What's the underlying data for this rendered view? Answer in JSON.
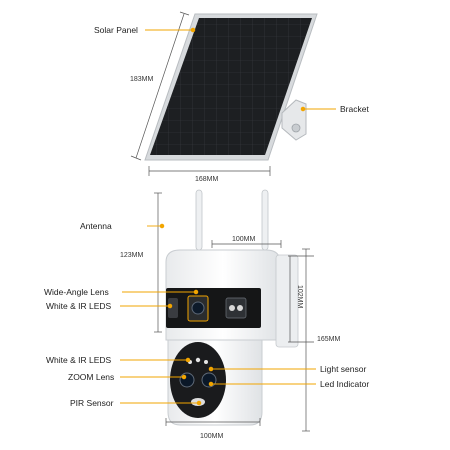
{
  "labels": {
    "solar_panel": "Solar Panel",
    "bracket": "Bracket",
    "antenna": "Antenna",
    "wide_angle_lens": "Wide-Angle Lens",
    "white_ir_leds_top": "White & IR LEDS",
    "white_ir_leds_bottom": "White & IR LEDS",
    "zoom_lens": "ZOOM Lens",
    "pir_sensor": "PIR Sensor",
    "light_sensor": "Light sensor",
    "led_indicator": "Led Indicator"
  },
  "dimensions": {
    "panel_height": "183MM",
    "panel_width": "168MM",
    "antenna_height": "123MM",
    "camera_top_width": "100MM",
    "camera_side_height": "102MM",
    "camera_total_height": "165MM",
    "camera_bottom_width": "100MM"
  },
  "colors": {
    "accent": "#f2a500",
    "panel": "#1f1f1f",
    "frame": "#cfd3d6",
    "body": "#f4f5f6"
  }
}
